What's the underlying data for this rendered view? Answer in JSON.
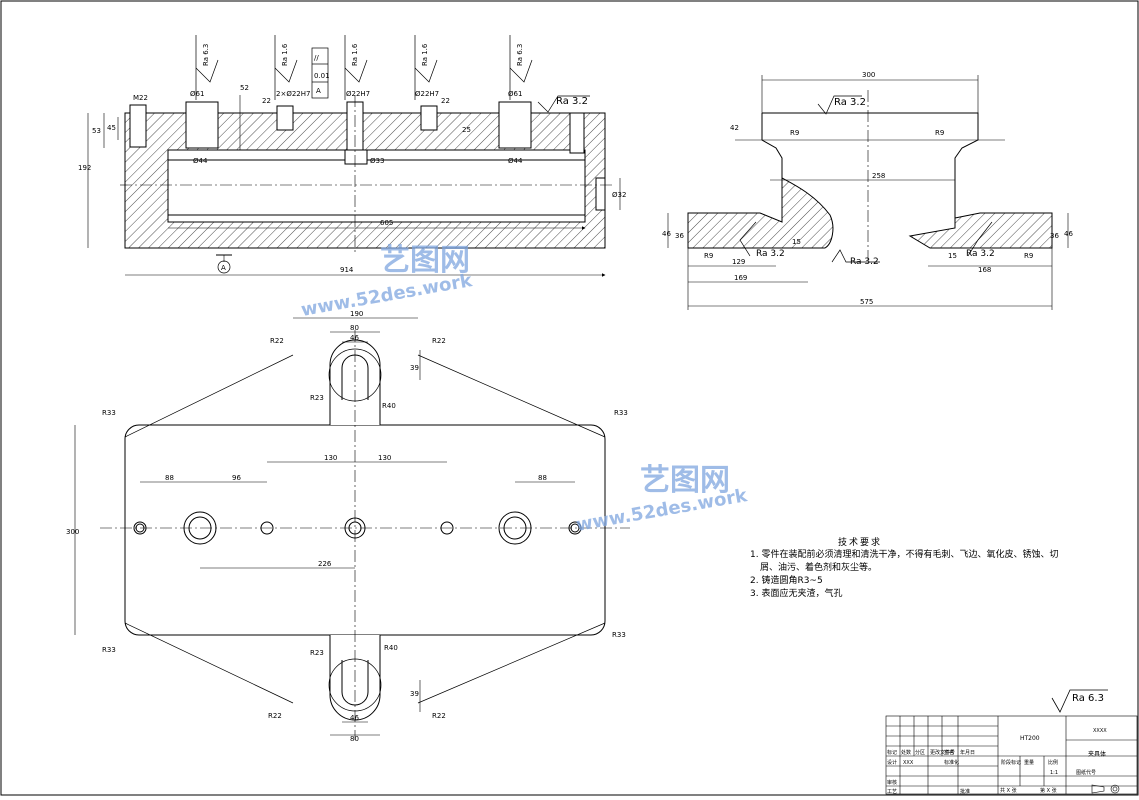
{
  "drawing": {
    "roughness_symbol": "Ra 6.3",
    "top_view": {
      "ra_marks": [
        "Ra 6.3",
        "Ra 1.6",
        "Ra 1.6",
        "Ra 1.6",
        "Ra 6.3",
        "Ra 3.2"
      ],
      "tolerance_frame": [
        "//",
        "0.01",
        "A"
      ],
      "hole_labels": [
        "M22",
        "Ø61",
        "2×Ø22H7",
        "Ø22H7",
        "Ø22H7",
        "Ø61"
      ],
      "dims": [
        "52",
        "22",
        "22",
        "53",
        "45",
        "192",
        "25",
        "Ø44",
        "Ø33",
        "Ø44",
        "Ø32",
        "605",
        "914"
      ],
      "datum": "A"
    },
    "section_view": {
      "dims": [
        "300",
        "42",
        "R9",
        "R9",
        "258",
        "46",
        "36",
        "R9",
        "129",
        "15",
        "169",
        "575",
        "15",
        "168",
        "R9",
        "36",
        "46"
      ],
      "ra_marks": [
        "Ra 3.2",
        "Ra 3.2",
        "Ra 3.2",
        "Ra 3.2"
      ]
    },
    "plan_view": {
      "dims": [
        "190",
        "80",
        "46",
        "R22",
        "R22",
        "39",
        "R23",
        "R40",
        "R33",
        "R33",
        "88",
        "96",
        "130",
        "130",
        "88",
        "300",
        "226",
        "R33",
        "R33",
        "R23",
        "R40",
        "39",
        "R22",
        "R22",
        "46",
        "80"
      ]
    }
  },
  "technical_requirements": {
    "title": "技术要求",
    "items": [
      "1. 零件在装配前必须清理和清洗干净，不得有毛刺、飞边、氧化皮、锈蚀、切",
      "屑、油污、着色剂和灰尘等。",
      "2. 铸造圆角R3~5",
      "3. 表面应无夹渣，气孔"
    ]
  },
  "title_block": {
    "material": "HT200",
    "code": "XXXX",
    "part_name": "夹具体",
    "scale_label": "比例",
    "scale": "1:1",
    "weight_label": "重量",
    "stage_label": "阶段标记",
    "drawing_no_label": "图纸代号",
    "sheet_total": "共 X 张",
    "sheet_no": "第 X 张",
    "rows": [
      "标记",
      "处数",
      "分区",
      "更改文件号",
      "签名",
      "年月日"
    ],
    "roles": [
      "设计",
      "XXX",
      "标准化",
      "审核",
      "工艺",
      "批准"
    ]
  },
  "watermark": {
    "brand": "艺图网",
    "url": "www.52des.work"
  }
}
